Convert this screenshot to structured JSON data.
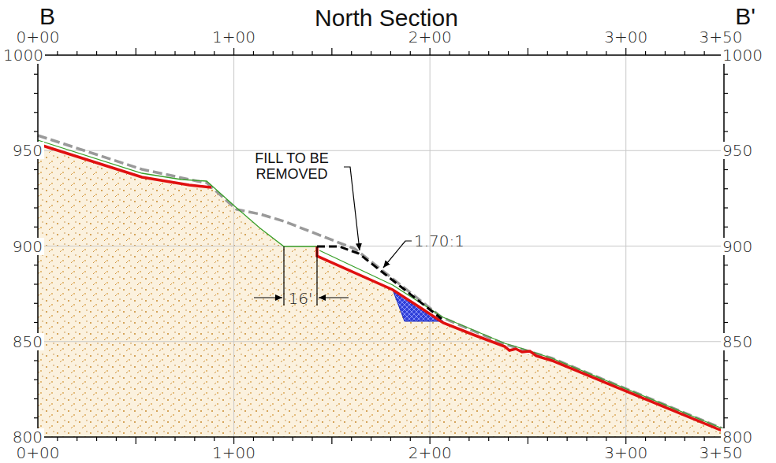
{
  "diagram": {
    "title": "North Section",
    "labels": [
      "B",
      "B'",
      "0+00",
      "1+00",
      "2+00",
      "3+00",
      "3+50",
      "1000",
      "950",
      "900",
      "850",
      "800",
      "1000",
      "950",
      "900",
      "850",
      "800",
      "0+00",
      "1+00",
      "2+00",
      "3+00",
      "3+50",
      "FILL TO BE REMOVED",
      "1.70:1",
      "16'"
    ]
  }
}
